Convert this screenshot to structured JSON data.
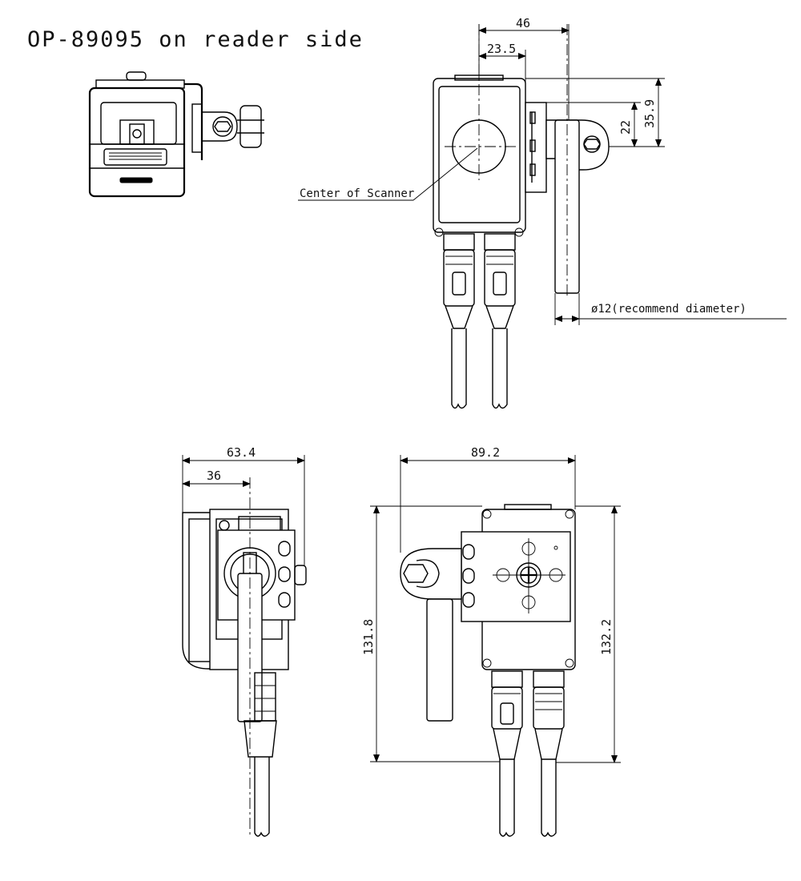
{
  "title": "OP-89095 on reader side",
  "callouts": {
    "center_of_scanner": "Center of Scanner",
    "rod_diameter": "ø12(recommend diameter)"
  },
  "dimensions": {
    "top_total_width": "46",
    "top_center_offset": "23.5",
    "top_right_height_small": "22",
    "top_right_height_large": "35.9",
    "side_width_total": "63.4",
    "side_width_center": "36",
    "bottom_width": "89.2",
    "left_height": "131.8",
    "right_height": "132.2"
  }
}
